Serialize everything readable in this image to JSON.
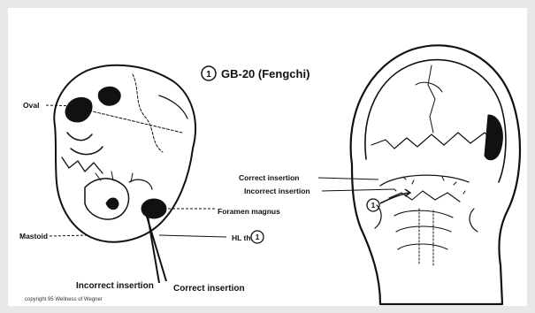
{
  "figure": {
    "point_number": "1",
    "title": "GB-20 (Fengchi)",
    "copyright": "copyright 95 Wellness of Wegner",
    "bg_color": "#e9e8e8",
    "ink_color": "#111111"
  },
  "left_diagram": {
    "labels": {
      "oval": "Oval",
      "foramen_magnum": "Foramen magnus",
      "mastoid": "Mastoid",
      "hl_point": "HL th",
      "hl_point_number": "1",
      "incorrect_insertion": "Incorrect insertion",
      "correct_insertion": "Correct insertion"
    }
  },
  "right_diagram": {
    "labels": {
      "correct_insertion": "Correct insertion",
      "incorrect_insertion": "Incorrect insertion",
      "point_number": "1"
    }
  }
}
